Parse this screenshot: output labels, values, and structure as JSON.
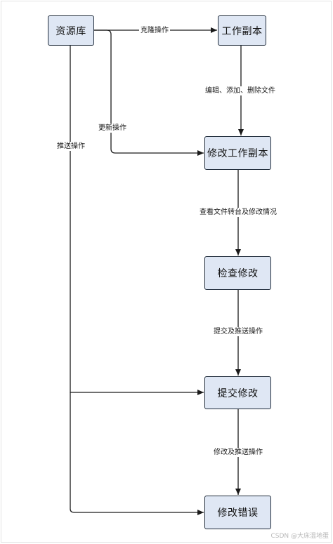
{
  "nodes": {
    "repository": "资源库",
    "working_copy": "工作副本",
    "modify_working_copy": "修改工作副本",
    "check_changes": "检查修改",
    "commit_changes": "提交修改",
    "fix_errors": "修改错误"
  },
  "edge_labels": {
    "clone": "克隆操作",
    "update": "更新操作",
    "push": "推送操作",
    "edit": "编辑、添加、删除文件",
    "view_status": "查看文件转台及修改情况",
    "commit_push": "提交及推送操作",
    "fix_push": "修改及推送操作"
  },
  "colors": {
    "node_fill": "#dfe7f4",
    "node_border": "#1f2b3a",
    "edge": "#1a1a1a"
  },
  "watermark": "CSDN @大床温地蛋"
}
